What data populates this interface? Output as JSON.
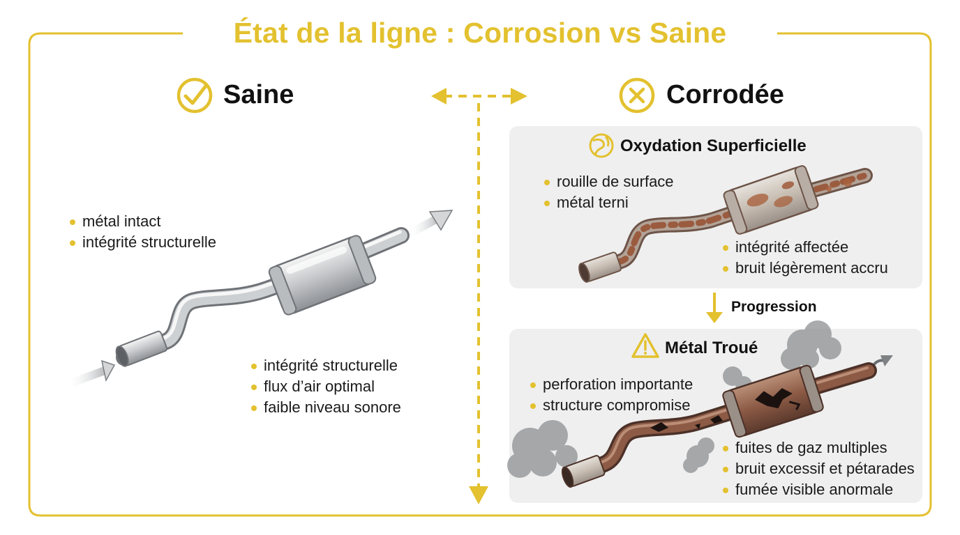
{
  "title": "État de la ligne : Corrosion vs Saine",
  "colors": {
    "accent": "#e3c12f",
    "panel": "#efefef",
    "rust": "#8a5a44"
  },
  "healthy": {
    "heading": "Saine",
    "icon": "check-circle-icon",
    "bullets_top": [
      "métal intact",
      "intégrité structurelle"
    ],
    "bullets_bottom": [
      "intégrité structurelle",
      "flux d’air optimal",
      "faible niveau sonore"
    ]
  },
  "corroded": {
    "heading": "Corrodée",
    "icon": "x-circle-icon",
    "surface": {
      "heading": "Oxydation Superficielle",
      "icon": "rust-globe-icon",
      "bullets_top": [
        "rouille de surface",
        "métal terni"
      ],
      "bullets_bottom": [
        "intégrité affectée",
        "bruit légèrement accru"
      ]
    },
    "progression_label": "Progression",
    "holed": {
      "heading": "Métal Troué",
      "icon": "warning-triangle-icon",
      "bullets_top": [
        "perforation importante",
        "structure compromise"
      ],
      "bullets_bottom": [
        "fuites de gaz multiples",
        "bruit excessif et pétarades",
        "fumée visible anormale"
      ]
    }
  }
}
